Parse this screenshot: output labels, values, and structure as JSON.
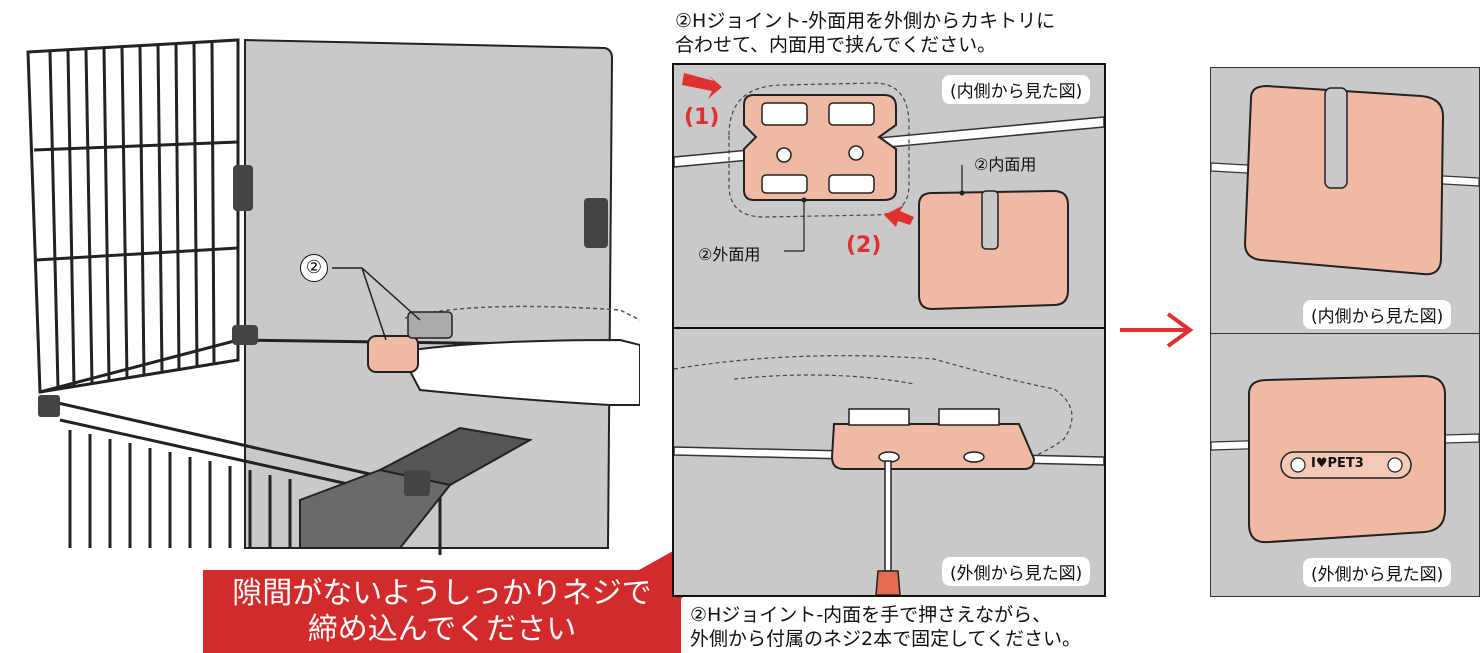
{
  "captions": {
    "top_line1": "②Hジョイント-外面用を外側からカキトリに",
    "top_line2": "合わせて、内面用で挟んでください。",
    "bottom_line1": "②Hジョイント-内面を手で押さえながら、",
    "bottom_line2": "外側から付属のネジ2本で固定してください。"
  },
  "callout": {
    "line1": "隙間がないようしっかりネジで",
    "line2": "締め込んでください"
  },
  "left_illustration": {
    "part_marker": "②"
  },
  "top_panel": {
    "view_label": "(内側から見た図)",
    "step1": "(1)",
    "step2": "(2)",
    "inner_part_label": "②内面用",
    "outer_part_label": "②外面用"
  },
  "bottom_panel": {
    "view_label": "(外側から見た図)"
  },
  "right_panels": {
    "top_view_label": "(内側から見た図)",
    "bottom_view_label": "(外側から見た図)",
    "logo_text": "I♥PET3"
  },
  "colors": {
    "part_fill": "#f0b9a4",
    "accent_red": "#d32b2b",
    "panel_bg": "#c9c9c9"
  }
}
